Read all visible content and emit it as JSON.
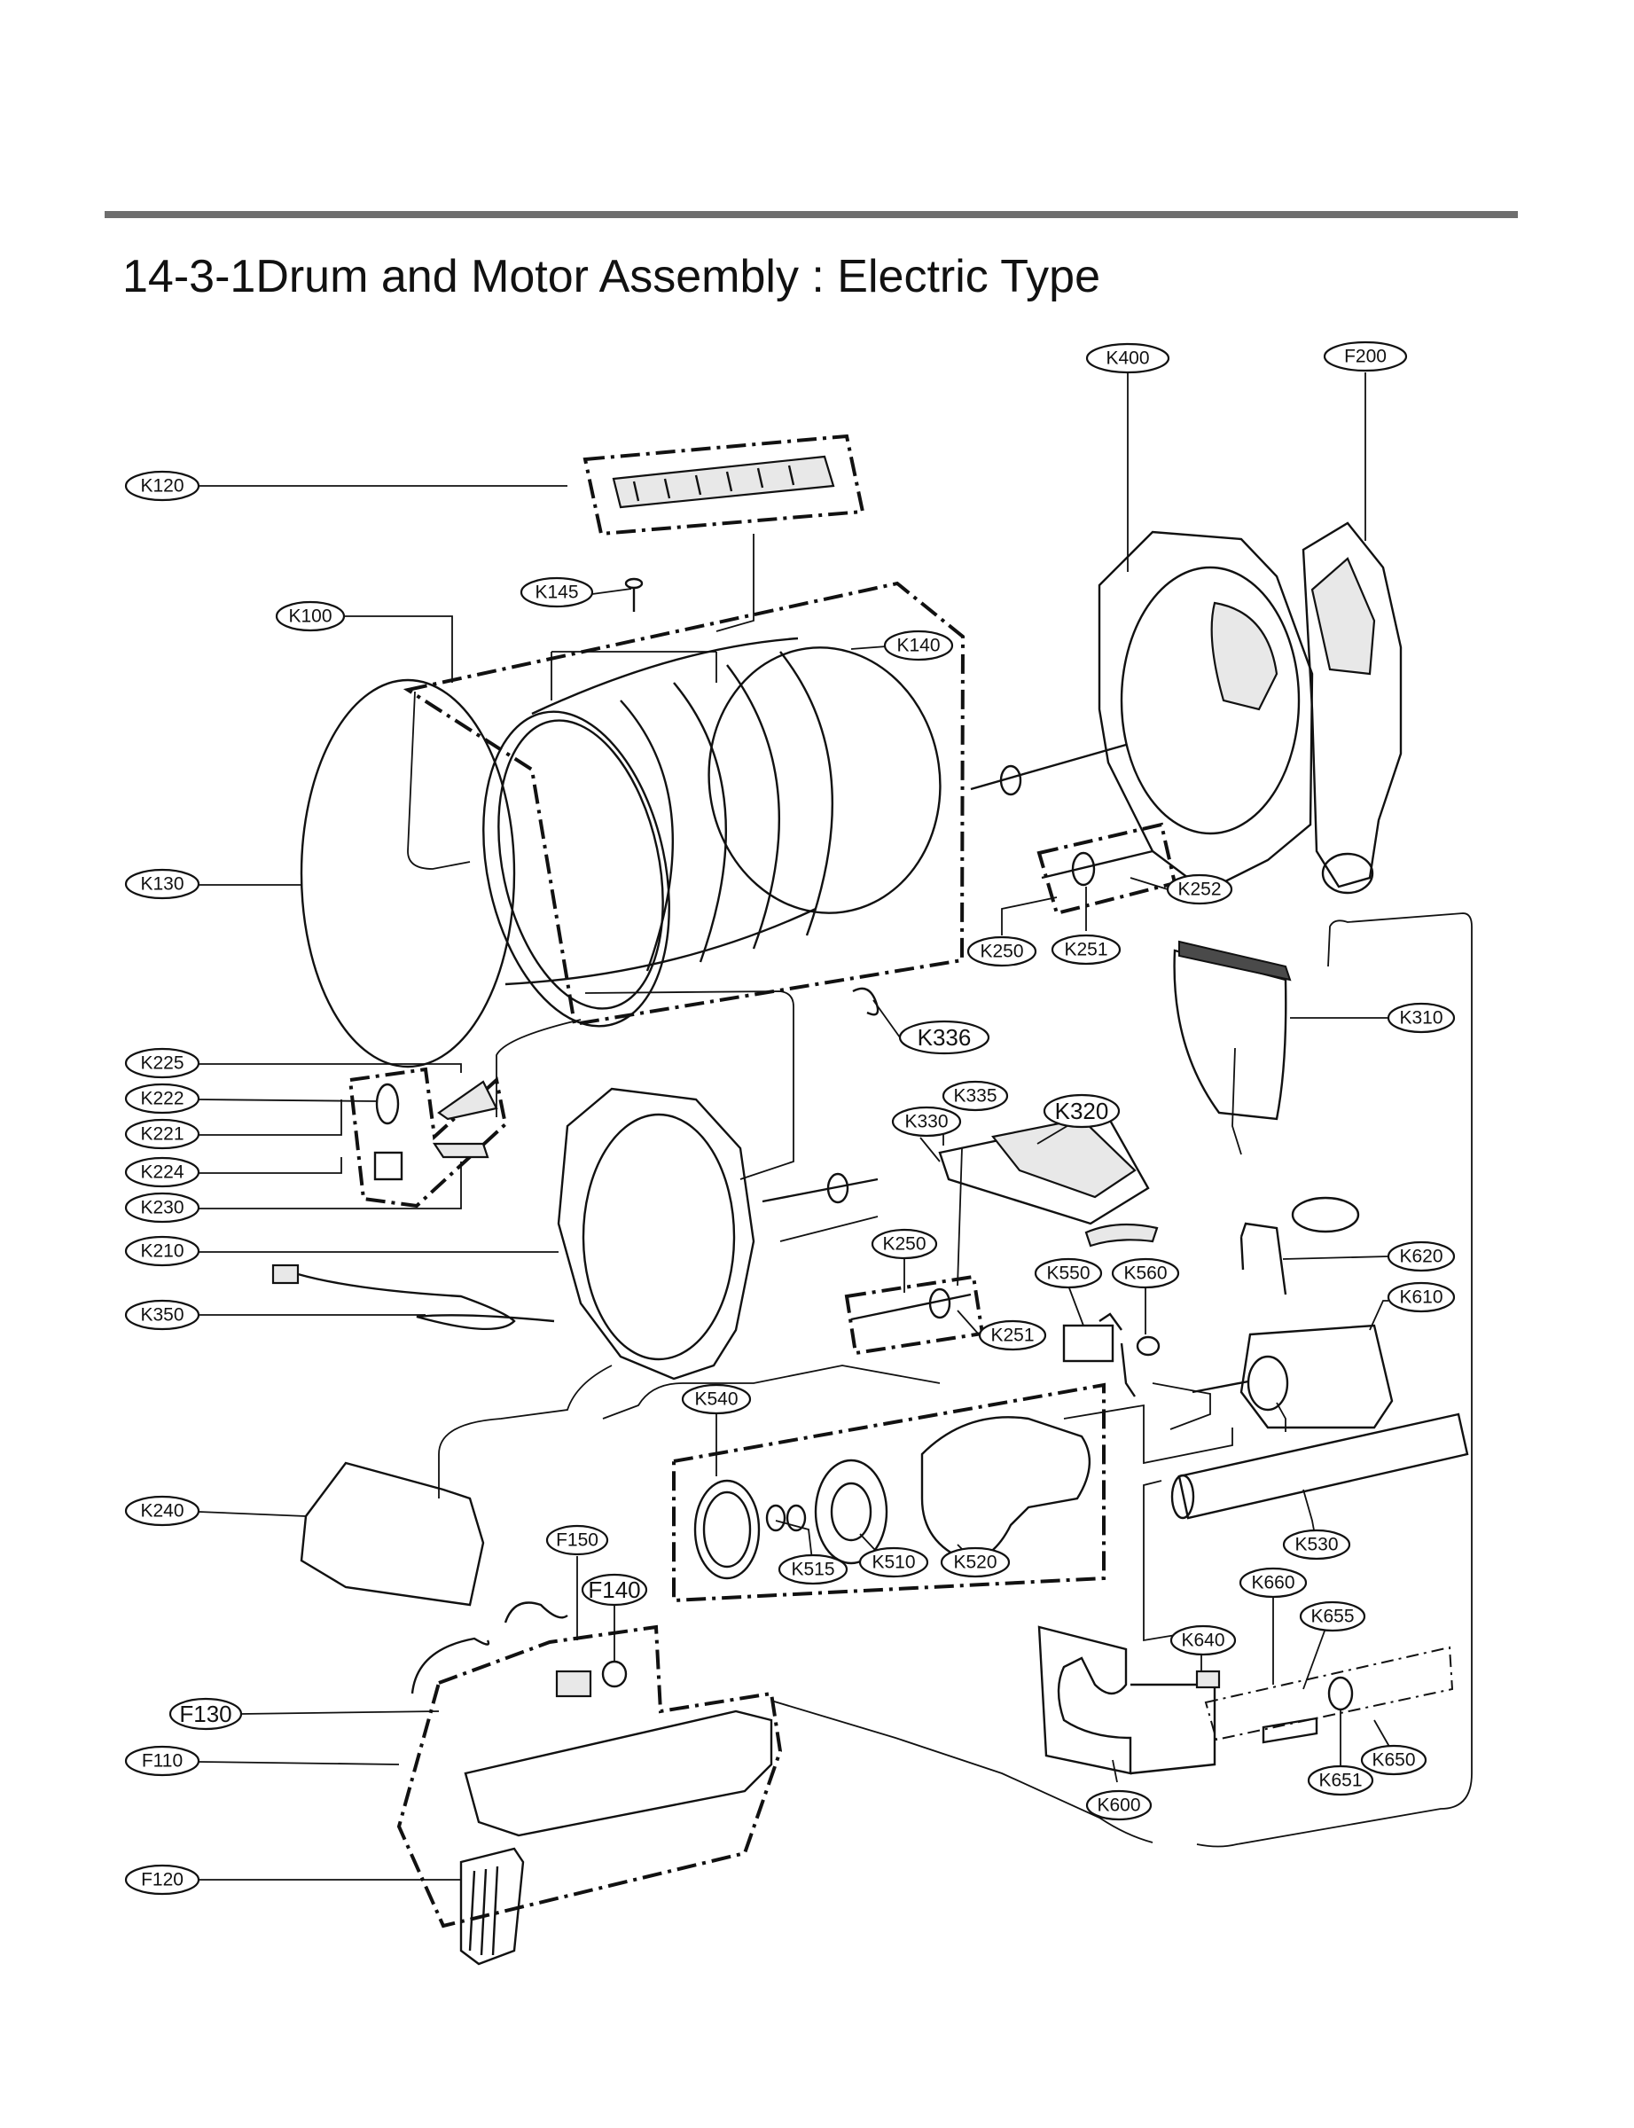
{
  "title": "14-3-1Drum and Motor Assembly : Electric Type",
  "callouts": {
    "K400": "K400",
    "F200": "F200",
    "K120": "K120",
    "K145": "K145",
    "K100": "K100",
    "K140": "K140",
    "K130": "K130",
    "K252": "K252",
    "K250a": "K250",
    "K251a": "K251",
    "K336": "K336",
    "K310": "K310",
    "K225": "K225",
    "K222": "K222",
    "K221": "K221",
    "K224": "K224",
    "K230": "K230",
    "K335": "K335",
    "K330": "K330",
    "K320": "K320",
    "K210": "K210",
    "K250b": "K250",
    "K550": "K550",
    "K560": "K560",
    "K620": "K620",
    "K610": "K610",
    "K350": "K350",
    "K251b": "K251",
    "K540": "K540",
    "K240": "K240",
    "K515": "K515",
    "K510": "K510",
    "K520": "K520",
    "K530": "K530",
    "F150": "F150",
    "K660": "K660",
    "F140": "F140",
    "K655": "K655",
    "K640": "K640",
    "F130": "F130",
    "F110": "F110",
    "K650": "K650",
    "K651": "K651",
    "K600": "K600",
    "F120": "F120"
  }
}
